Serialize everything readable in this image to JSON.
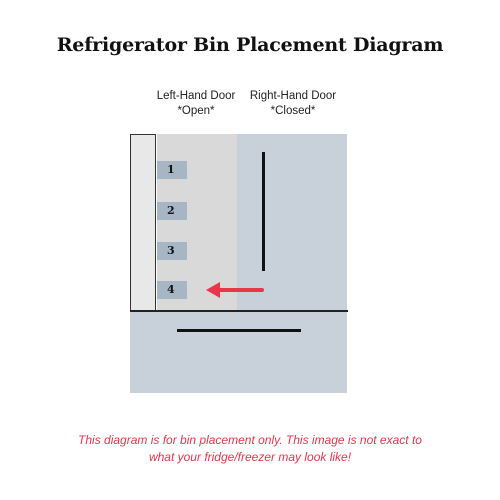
{
  "title": "Refrigerator Bin Placement Diagram",
  "doors": {
    "left": {
      "line1": "Left-Hand Door",
      "line2": "*Open*"
    },
    "right": {
      "line1": "Right-Hand Door",
      "line2": "*Closed*"
    }
  },
  "bins": [
    "1",
    "2",
    "3",
    "4"
  ],
  "note": {
    "line1": "This diagram is for bin placement only. This image is not exact to",
    "line2": "what your fridge/freezer may look like!"
  },
  "colors": {
    "fridge_body": "#c8d1da",
    "open_interior": "#d9d9d9",
    "bin": "#a7b6c4",
    "arrow": "#e8364b",
    "note": "#e8364b"
  },
  "icons": {
    "pointer": "arrow-left-icon"
  }
}
